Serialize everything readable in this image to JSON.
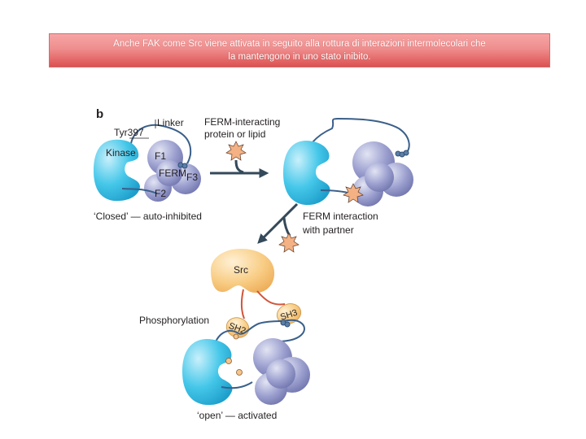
{
  "banner": {
    "line1": "Anche FAK come Src viene attivata in seguito alla rottura di interazioni intermolecolari che",
    "line2": "la mantengono in uno stato inibito."
  },
  "figure": {
    "panel_letter": "b",
    "labels": {
      "linker": "Linker",
      "tyr397": "Tyr397",
      "kinase": "Kinase",
      "f1": "F1",
      "ferm": "FERM",
      "f3": "F3",
      "f2": "F2",
      "closed": "‘Closed’ — auto-inhibited",
      "ferm_interacting_1": "FERM-interacting",
      "ferm_interacting_2": "protein or lipid",
      "ferm_interaction_1": "FERM interaction",
      "ferm_interaction_2": "with partner",
      "src": "Src",
      "phosphorylation": "Phosphorylation",
      "sh2": "SH2",
      "sh3": "SH3",
      "open": "‘open’ — activated"
    }
  },
  "colors": {
    "kinase": "#3ec4e8",
    "ferm": "#8a8fc2",
    "src": "#f6c477",
    "linker": "#3a5f8a",
    "src_linker": "#d1553a",
    "arrow": "#34495a",
    "star": "#f4b183"
  }
}
